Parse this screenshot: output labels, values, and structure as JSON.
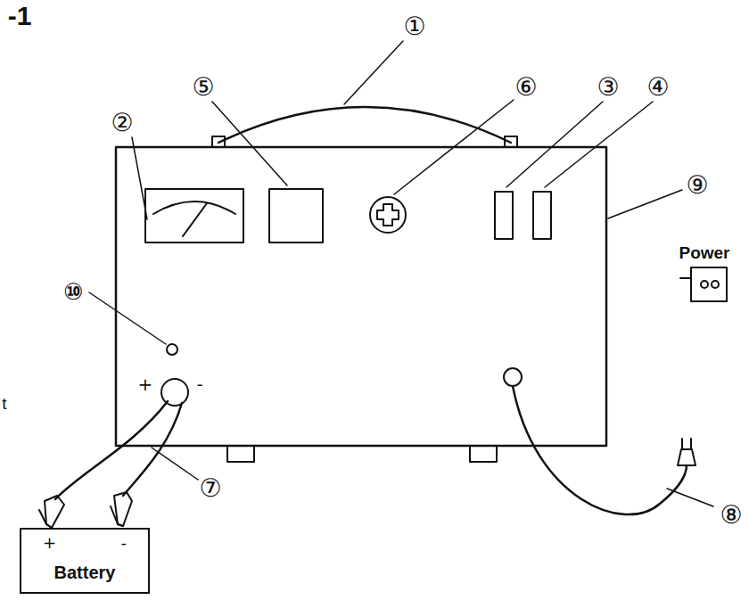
{
  "diagram": {
    "nodes": [
      {
        "text": [
          "+",
          "-",
          "Battery"
        ]
      }
    ],
    "labels": [
      "-1",
      "①",
      "⑤",
      "⑥",
      "③",
      "④",
      "②",
      "⑨",
      "Power",
      "⑩",
      "t",
      "+",
      "-",
      "⑦",
      "⑧"
    ]
  }
}
